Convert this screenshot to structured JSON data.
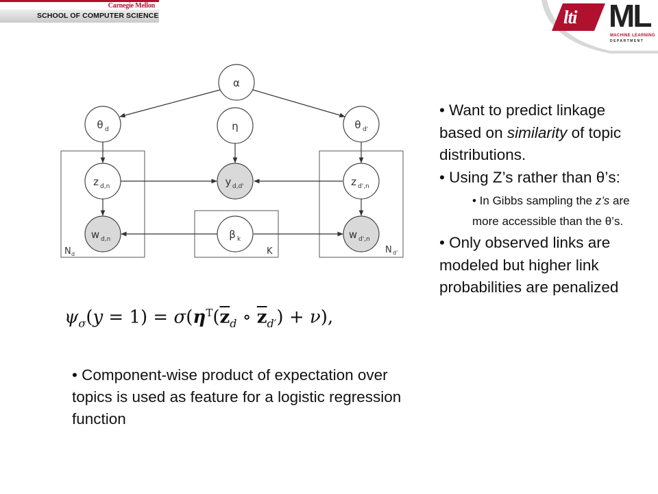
{
  "header": {
    "university": "Carnegie Mellon",
    "school": "SCHOOL OF COMPUTER SCIENCE",
    "logo_left": "lti",
    "logo_right_main": "ML",
    "logo_right_line1": "MACHINE LEARNING",
    "logo_right_line2": "DEPARTMENT",
    "accent_color": "#b1102e"
  },
  "diagram": {
    "nodes": {
      "alpha": {
        "label": "α",
        "sub": ""
      },
      "theta_d": {
        "label": "θ",
        "sub": "d"
      },
      "eta": {
        "label": "η",
        "sub": ""
      },
      "theta_dp": {
        "label": "θ",
        "sub": "d'"
      },
      "z_d": {
        "label": "z",
        "sub": "d,n"
      },
      "y": {
        "label": "y",
        "sub": "d,d'"
      },
      "z_dp": {
        "label": "z",
        "sub": "d',n"
      },
      "w_d": {
        "label": "w",
        "sub": "d,n"
      },
      "beta": {
        "label": "β",
        "sub": "k"
      },
      "w_dp": {
        "label": "w",
        "sub": "d',n"
      }
    },
    "plates": {
      "left": {
        "label": "N",
        "sub": "d"
      },
      "middle": {
        "label": "K",
        "sub": ""
      },
      "right": {
        "label": "N",
        "sub": "d'"
      }
    }
  },
  "formula": {
    "psi": "ψ",
    "psi_sub": "σ",
    "lhs_open": "(",
    "y": "y",
    "eq_one": " = 1) = ",
    "sigma": "σ",
    "paren_open": "(",
    "eta": "η",
    "transpose": "T",
    "inner_open": "(",
    "z1": "z",
    "z1_sub": "d",
    "circ": " ∘ ",
    "z2": "z",
    "z2_sub": "d′",
    "inner_close": ") + ",
    "nu": "ν",
    "tail": "),"
  },
  "right_text": {
    "bullet1_a": "• Want to predict linkage based on ",
    "bullet1_em": "similarity",
    "bullet1_b": " of topic distributions.",
    "bullet2": "• Using Z’s rather than θ’s:",
    "sub_a": "• In Gibbs sampling the ",
    "sub_em": "z’s",
    "sub_b": " are more accessible than the θ’s.",
    "bullet3": "• Only observed links are modeled but higher link probabilities are penalized"
  },
  "bottom_text": {
    "bullet": "• Component-wise product of expectation over topics is used as feature for a logistic regression function"
  }
}
